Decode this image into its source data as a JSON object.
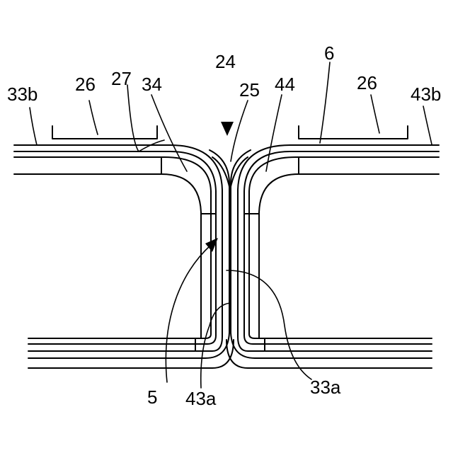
{
  "labels": {
    "l_24": "24",
    "l_6": "6",
    "l_27": "27",
    "l_34": "34",
    "l_25": "25",
    "l_44": "44",
    "l_26_left": "26",
    "l_26_right": "26",
    "l_33b": "33b",
    "l_43b": "43b",
    "l_5": "5",
    "l_43a": "43a",
    "l_33a": "33a"
  },
  "colors": {
    "line": "#000000",
    "background": "#ffffff"
  }
}
